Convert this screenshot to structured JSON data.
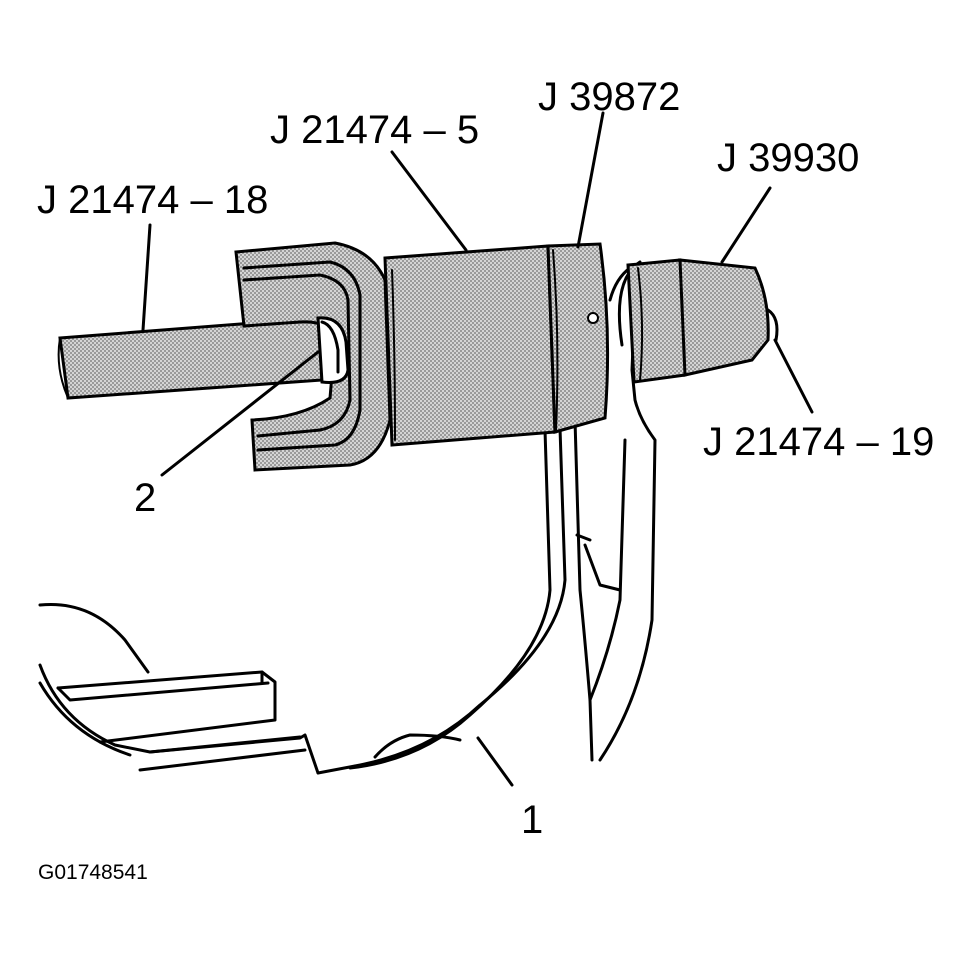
{
  "labels": {
    "j21474_18": "J 21474 – 18",
    "j21474_5": "J 21474 – 5",
    "j39872": "J 39872",
    "j39930": "J 39930",
    "j21474_19": "J 21474 – 19",
    "callout_1": "1",
    "callout_2": "2"
  },
  "figure_id": "G01748541",
  "colors": {
    "ink": "#000000",
    "stipple": "#8a8a8a",
    "background": "#ffffff"
  }
}
